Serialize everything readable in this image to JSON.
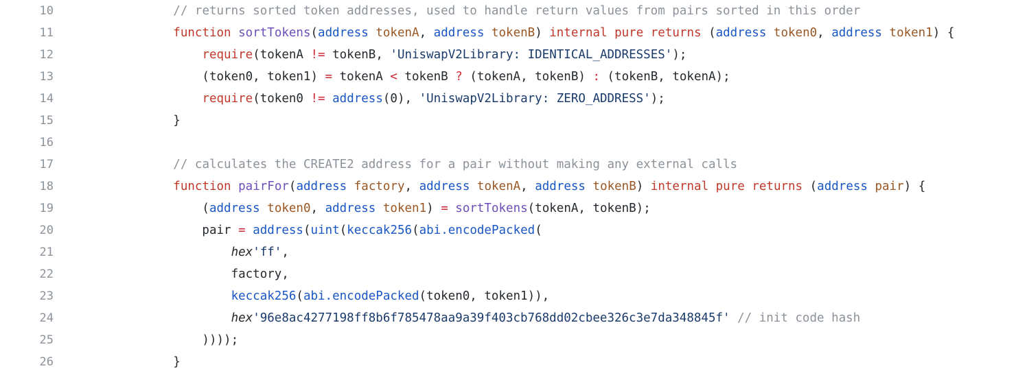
{
  "editor": {
    "language": "solidity",
    "first_line_number": 10,
    "last_line_number": 26,
    "background": "#ffffff",
    "line_number_color": "#8b9299",
    "palette": {
      "comment": "#8b9299",
      "keyword": "#c0392b",
      "type": "#1a56c4",
      "param": "#9a5724",
      "function": "#6c4fb8",
      "string": "#1a3a6b",
      "operator": "#cc2936",
      "plain": "#24292e"
    }
  },
  "lines": [
    {
      "number": "10",
      "tokens": [
        {
          "t": "        ",
          "c": "plain"
        },
        {
          "t": "// returns sorted token addresses, used to handle return values from pairs sorted in this order",
          "c": "comment"
        }
      ]
    },
    {
      "number": "11",
      "tokens": [
        {
          "t": "        ",
          "c": "plain"
        },
        {
          "t": "function",
          "c": "keyword"
        },
        {
          "t": " ",
          "c": "plain"
        },
        {
          "t": "sortTokens",
          "c": "function"
        },
        {
          "t": "(",
          "c": "plain"
        },
        {
          "t": "address",
          "c": "type"
        },
        {
          "t": " ",
          "c": "plain"
        },
        {
          "t": "tokenA",
          "c": "param"
        },
        {
          "t": ", ",
          "c": "plain"
        },
        {
          "t": "address",
          "c": "type"
        },
        {
          "t": " ",
          "c": "plain"
        },
        {
          "t": "tokenB",
          "c": "param"
        },
        {
          "t": ") ",
          "c": "plain"
        },
        {
          "t": "internal pure returns",
          "c": "keyword"
        },
        {
          "t": " (",
          "c": "plain"
        },
        {
          "t": "address",
          "c": "type"
        },
        {
          "t": " ",
          "c": "plain"
        },
        {
          "t": "token0",
          "c": "param"
        },
        {
          "t": ", ",
          "c": "plain"
        },
        {
          "t": "address",
          "c": "type"
        },
        {
          "t": " ",
          "c": "plain"
        },
        {
          "t": "token1",
          "c": "param"
        },
        {
          "t": ") {",
          "c": "plain"
        }
      ]
    },
    {
      "number": "12",
      "tokens": [
        {
          "t": "            ",
          "c": "plain"
        },
        {
          "t": "require",
          "c": "keyword"
        },
        {
          "t": "(tokenA ",
          "c": "plain"
        },
        {
          "t": "!=",
          "c": "operator"
        },
        {
          "t": " tokenB, ",
          "c": "plain"
        },
        {
          "t": "'UniswapV2Library: IDENTICAL_ADDRESSES'",
          "c": "string"
        },
        {
          "t": ");",
          "c": "plain"
        }
      ]
    },
    {
      "number": "13",
      "tokens": [
        {
          "t": "            (token0, token1) ",
          "c": "plain"
        },
        {
          "t": "=",
          "c": "operator"
        },
        {
          "t": " tokenA ",
          "c": "plain"
        },
        {
          "t": "<",
          "c": "operator"
        },
        {
          "t": " tokenB ",
          "c": "plain"
        },
        {
          "t": "?",
          "c": "operator"
        },
        {
          "t": " (tokenA, tokenB) ",
          "c": "plain"
        },
        {
          "t": ":",
          "c": "operator"
        },
        {
          "t": " (tokenB, tokenA);",
          "c": "plain"
        }
      ]
    },
    {
      "number": "14",
      "tokens": [
        {
          "t": "            ",
          "c": "plain"
        },
        {
          "t": "require",
          "c": "keyword"
        },
        {
          "t": "(token0 ",
          "c": "plain"
        },
        {
          "t": "!=",
          "c": "operator"
        },
        {
          "t": " ",
          "c": "plain"
        },
        {
          "t": "address",
          "c": "type"
        },
        {
          "t": "(0), ",
          "c": "plain"
        },
        {
          "t": "'UniswapV2Library: ZERO_ADDRESS'",
          "c": "string"
        },
        {
          "t": ");",
          "c": "plain"
        }
      ]
    },
    {
      "number": "15",
      "tokens": [
        {
          "t": "        }",
          "c": "plain"
        }
      ]
    },
    {
      "number": "16",
      "tokens": [
        {
          "t": "",
          "c": "plain"
        }
      ]
    },
    {
      "number": "17",
      "tokens": [
        {
          "t": "        ",
          "c": "plain"
        },
        {
          "t": "// calculates the CREATE2 address for a pair without making any external calls",
          "c": "comment"
        }
      ]
    },
    {
      "number": "18",
      "tokens": [
        {
          "t": "        ",
          "c": "plain"
        },
        {
          "t": "function",
          "c": "keyword"
        },
        {
          "t": " ",
          "c": "plain"
        },
        {
          "t": "pairFor",
          "c": "function"
        },
        {
          "t": "(",
          "c": "plain"
        },
        {
          "t": "address",
          "c": "type"
        },
        {
          "t": " ",
          "c": "plain"
        },
        {
          "t": "factory",
          "c": "param"
        },
        {
          "t": ", ",
          "c": "plain"
        },
        {
          "t": "address",
          "c": "type"
        },
        {
          "t": " ",
          "c": "plain"
        },
        {
          "t": "tokenA",
          "c": "param"
        },
        {
          "t": ", ",
          "c": "plain"
        },
        {
          "t": "address",
          "c": "type"
        },
        {
          "t": " ",
          "c": "plain"
        },
        {
          "t": "tokenB",
          "c": "param"
        },
        {
          "t": ") ",
          "c": "plain"
        },
        {
          "t": "internal pure returns",
          "c": "keyword"
        },
        {
          "t": " (",
          "c": "plain"
        },
        {
          "t": "address",
          "c": "type"
        },
        {
          "t": " ",
          "c": "plain"
        },
        {
          "t": "pair",
          "c": "param"
        },
        {
          "t": ") {",
          "c": "plain"
        }
      ]
    },
    {
      "number": "19",
      "tokens": [
        {
          "t": "            (",
          "c": "plain"
        },
        {
          "t": "address",
          "c": "type"
        },
        {
          "t": " ",
          "c": "plain"
        },
        {
          "t": "token0",
          "c": "param"
        },
        {
          "t": ", ",
          "c": "plain"
        },
        {
          "t": "address",
          "c": "type"
        },
        {
          "t": " ",
          "c": "plain"
        },
        {
          "t": "token1",
          "c": "param"
        },
        {
          "t": ") ",
          "c": "plain"
        },
        {
          "t": "=",
          "c": "operator"
        },
        {
          "t": " ",
          "c": "plain"
        },
        {
          "t": "sortTokens",
          "c": "function"
        },
        {
          "t": "(tokenA, tokenB);",
          "c": "plain"
        }
      ]
    },
    {
      "number": "20",
      "tokens": [
        {
          "t": "            pair ",
          "c": "plain"
        },
        {
          "t": "=",
          "c": "operator"
        },
        {
          "t": " ",
          "c": "plain"
        },
        {
          "t": "address",
          "c": "type"
        },
        {
          "t": "(",
          "c": "plain"
        },
        {
          "t": "uint",
          "c": "type"
        },
        {
          "t": "(",
          "c": "plain"
        },
        {
          "t": "keccak256",
          "c": "builtin"
        },
        {
          "t": "(",
          "c": "plain"
        },
        {
          "t": "abi.encodePacked",
          "c": "builtin"
        },
        {
          "t": "(",
          "c": "plain"
        }
      ]
    },
    {
      "number": "21",
      "tokens": [
        {
          "t": "                ",
          "c": "plain"
        },
        {
          "t": "hex",
          "c": "hexkw"
        },
        {
          "t": "'ff'",
          "c": "hexval"
        },
        {
          "t": ",",
          "c": "plain"
        }
      ]
    },
    {
      "number": "22",
      "tokens": [
        {
          "t": "                factory,",
          "c": "plain"
        }
      ]
    },
    {
      "number": "23",
      "tokens": [
        {
          "t": "                ",
          "c": "plain"
        },
        {
          "t": "keccak256",
          "c": "builtin"
        },
        {
          "t": "(",
          "c": "plain"
        },
        {
          "t": "abi.encodePacked",
          "c": "builtin"
        },
        {
          "t": "(token0, token1)),",
          "c": "plain"
        }
      ]
    },
    {
      "number": "24",
      "tokens": [
        {
          "t": "                ",
          "c": "plain"
        },
        {
          "t": "hex",
          "c": "hexkw"
        },
        {
          "t": "'96e8ac4277198ff8b6f785478aa9a39f403cb768dd02cbee326c3e7da348845f'",
          "c": "hexval"
        },
        {
          "t": " ",
          "c": "plain"
        },
        {
          "t": "// init code hash",
          "c": "comment"
        }
      ]
    },
    {
      "number": "25",
      "tokens": [
        {
          "t": "            ))));",
          "c": "plain"
        }
      ]
    },
    {
      "number": "26",
      "tokens": [
        {
          "t": "        }",
          "c": "plain"
        }
      ]
    }
  ]
}
